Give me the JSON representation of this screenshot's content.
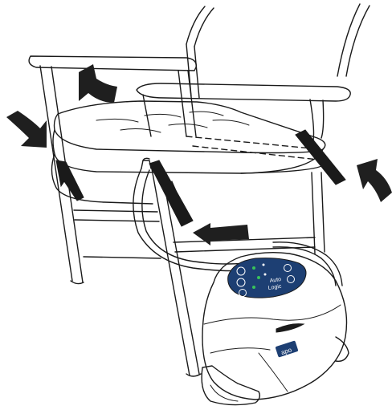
{
  "pump": {
    "panel_text_line1": "Auto",
    "panel_text_line2": "Logic",
    "brand_badge": "apo",
    "colors": {
      "panel": "#1d3f73",
      "badge": "#1d3f73",
      "led": "#39c35a"
    }
  },
  "icons": [
    "alarm-icon",
    "mode-icon",
    "power-icon",
    "pressure-icon",
    "check-icon"
  ]
}
